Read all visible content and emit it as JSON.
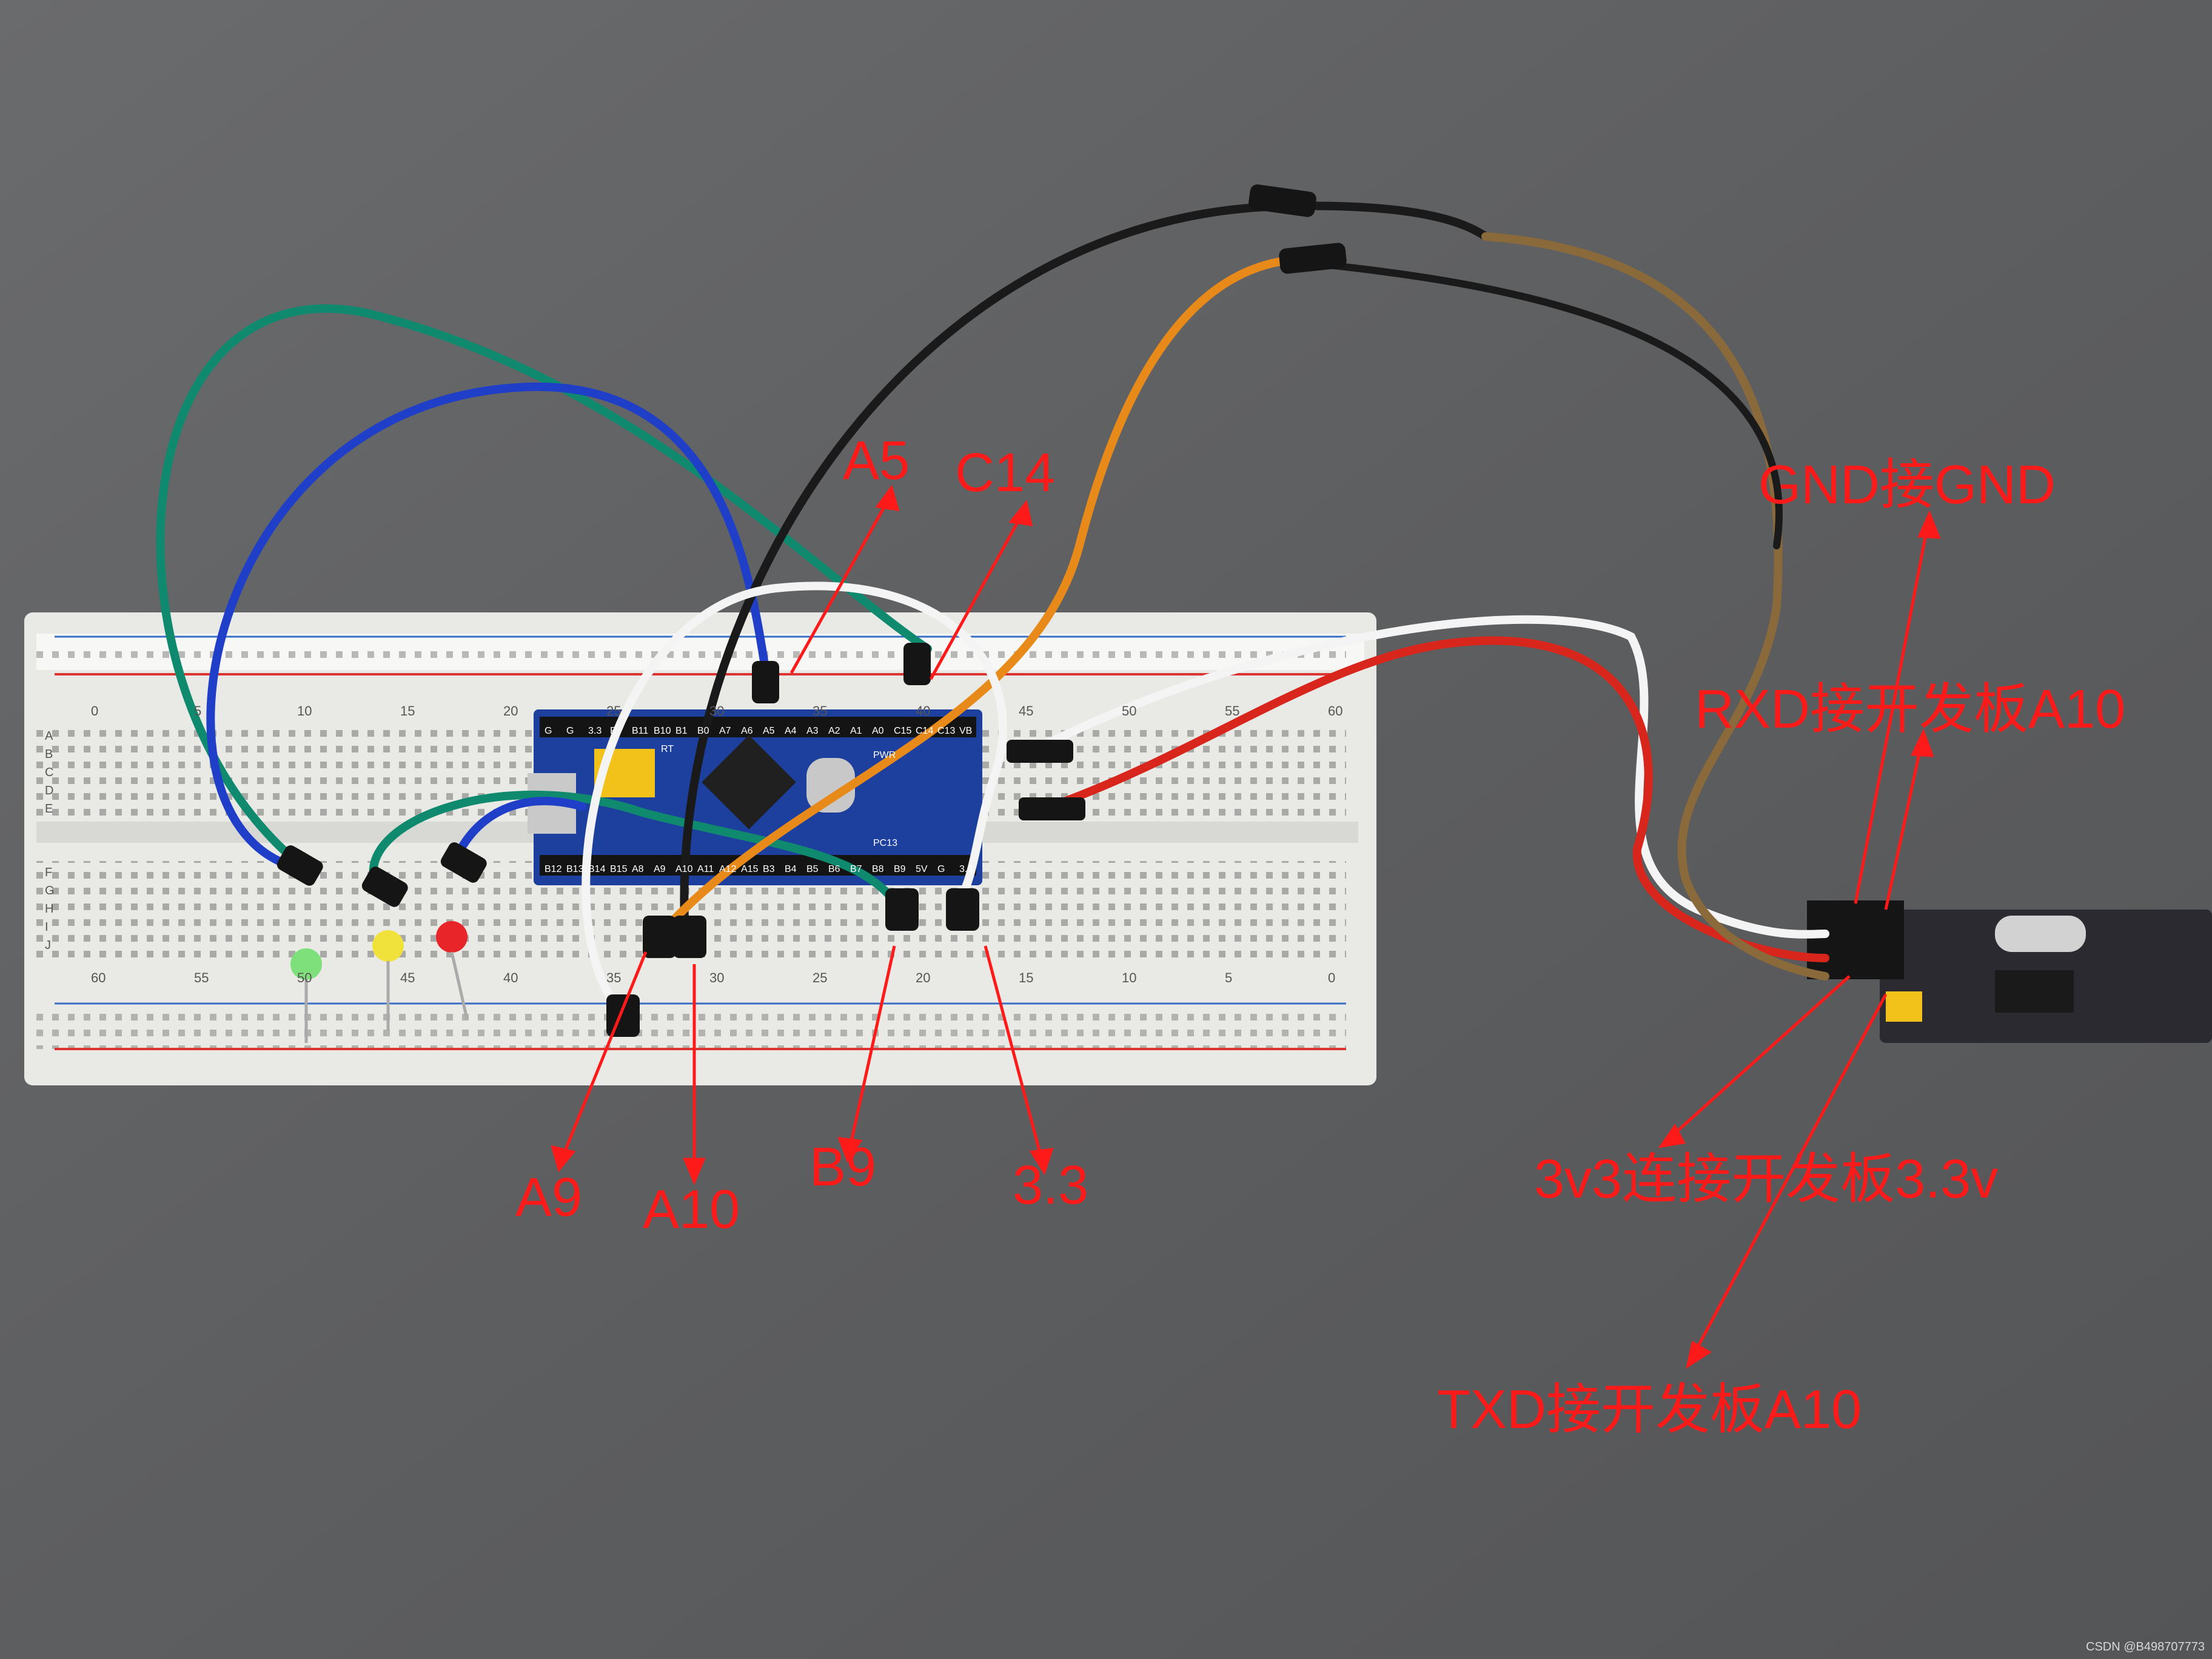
{
  "annotations": {
    "pin_a5": "A5",
    "pin_c14": "C14",
    "pin_a9": "A9",
    "pin_a10": "A10",
    "pin_b9": "B9",
    "pin_33": "3.3",
    "gnd": "GND接GND",
    "rxd": "RXD接开发板A10",
    "v33": "3v3连接开发板3.3v",
    "txd": "TXD接开发板A10"
  },
  "board_pin_labels_top": [
    "G",
    "G",
    "3.3",
    "R",
    "B11",
    "B10",
    "B1",
    "B0",
    "A7",
    "A6",
    "A5",
    "A4",
    "A3",
    "A2",
    "A1",
    "A0",
    "C15",
    "C14",
    "C13",
    "VB"
  ],
  "board_pin_labels_bottom": [
    "B12",
    "B13",
    "B14",
    "B15",
    "A8",
    "A9",
    "A10",
    "A11",
    "A12",
    "A15",
    "B3",
    "B4",
    "B5",
    "B6",
    "B7",
    "B8",
    "B9",
    "5V",
    "G",
    "3.3"
  ],
  "board_silkscreen": [
    "PWR",
    "PC13",
    "RT"
  ],
  "breadboard_columns_top": [
    "0",
    "5",
    "10",
    "15",
    "20",
    "25",
    "30",
    "35",
    "40",
    "45",
    "50",
    "55",
    "60"
  ],
  "breadboard_columns_bottom": [
    "60",
    "55",
    "50",
    "45",
    "40",
    "35",
    "30",
    "25",
    "20",
    "15",
    "10",
    "5",
    "0"
  ],
  "breadboard_rows_left": [
    "A",
    "B",
    "C",
    "D",
    "E",
    "F",
    "G",
    "H",
    "I",
    "J"
  ],
  "watermark": "CSDN @B498707773",
  "colors": {
    "annotation": "#ff1a1a",
    "board": "#1d3f9e",
    "breadboard": "#f2f2f0",
    "wire_green": "#0f8a6e",
    "wire_blue": "#1f3fc8",
    "wire_black": "#1a1a1a",
    "wire_orange": "#e88a1a",
    "wire_white": "#f4f4f4",
    "wire_red": "#d8261c",
    "led_green": "#7ee07a",
    "led_yellow": "#f0e23a",
    "led_red": "#e8262a"
  }
}
